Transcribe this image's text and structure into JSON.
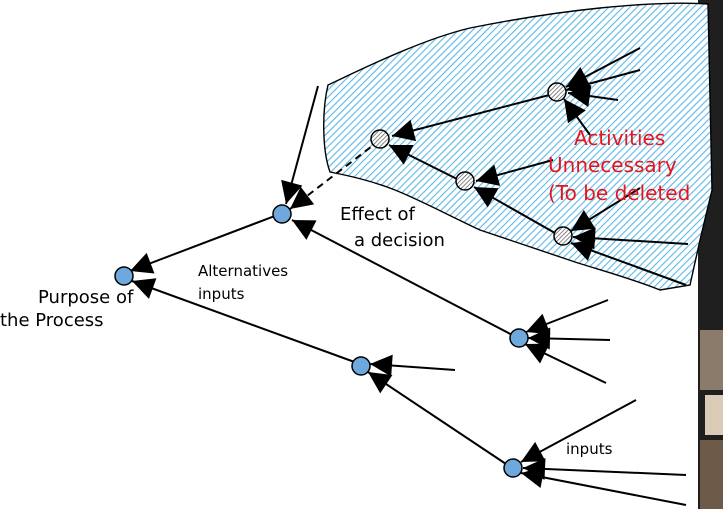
{
  "labels": {
    "purpose_line1": "Purpose of",
    "purpose_line2": "the Process",
    "alternatives_line1": "Alternatives",
    "alternatives_line2": "inputs",
    "effect_line1": "Effect of",
    "effect_line2": "a decision",
    "inputs": "inputs",
    "activities_line1": "Activities",
    "activities_line2": "Unnecessary",
    "activities_line3": "(To be deleted"
  },
  "colors": {
    "node_fill": "#6fa8dc",
    "hatch": "#5bb8e6",
    "deleted_text": "#e8141b",
    "photo_dark": "#2b2b2b"
  }
}
